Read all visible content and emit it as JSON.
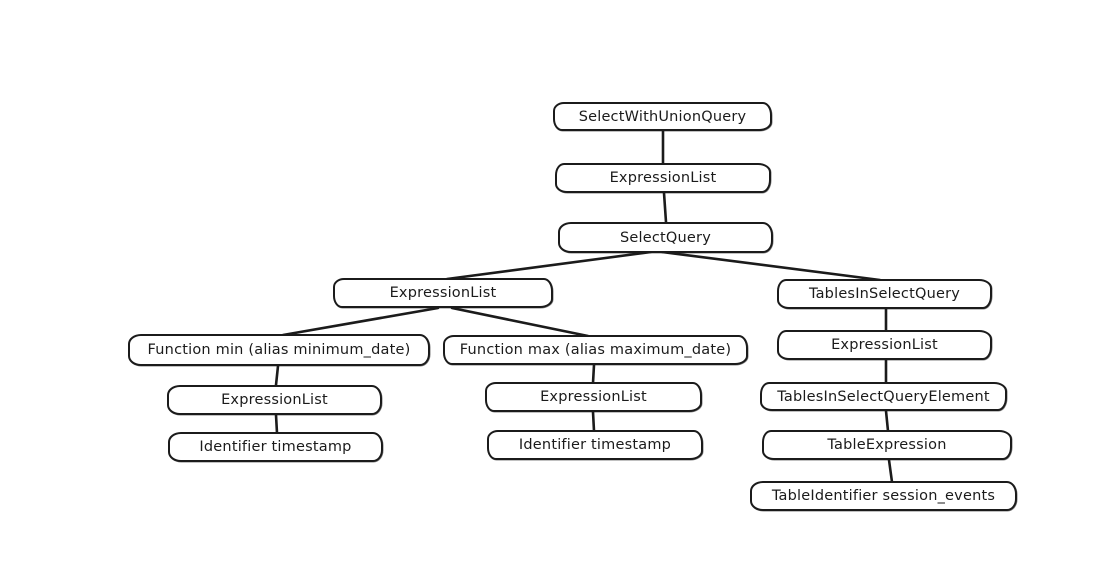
{
  "diagram": {
    "description": "Hand-drawn abstract syntax tree of a SQL SELECT query",
    "colors": {
      "stroke": "#1b1b1b",
      "node_fill": "#ffffff",
      "background": "#ffffff"
    },
    "nodes": [
      {
        "label": "SelectWithUnionQuery"
      },
      {
        "label": "ExpressionList"
      },
      {
        "label": "SelectQuery"
      },
      {
        "label": "ExpressionList"
      },
      {
        "label": "TablesInSelectQuery"
      },
      {
        "label": "Function min (alias minimum_date)"
      },
      {
        "label": "Function max (alias maximum_date)"
      },
      {
        "label": "ExpressionList"
      },
      {
        "label": "ExpressionList"
      },
      {
        "label": "ExpressionList"
      },
      {
        "label": "TablesInSelectQueryElement"
      },
      {
        "label": "Identifier timestamp"
      },
      {
        "label": "Identifier timestamp"
      },
      {
        "label": "TableExpression"
      },
      {
        "label": "TableIdentifier session_events"
      }
    ],
    "edges": [
      {
        "from": 0,
        "to": 1
      },
      {
        "from": 1,
        "to": 2
      },
      {
        "from": 2,
        "to": 3
      },
      {
        "from": 2,
        "to": 4
      },
      {
        "from": 3,
        "to": 5
      },
      {
        "from": 3,
        "to": 6
      },
      {
        "from": 4,
        "to": 7
      },
      {
        "from": 5,
        "to": 8
      },
      {
        "from": 6,
        "to": 9
      },
      {
        "from": 7,
        "to": 10
      },
      {
        "from": 8,
        "to": 11
      },
      {
        "from": 9,
        "to": 12
      },
      {
        "from": 10,
        "to": 13
      },
      {
        "from": 13,
        "to": 14
      }
    ]
  }
}
